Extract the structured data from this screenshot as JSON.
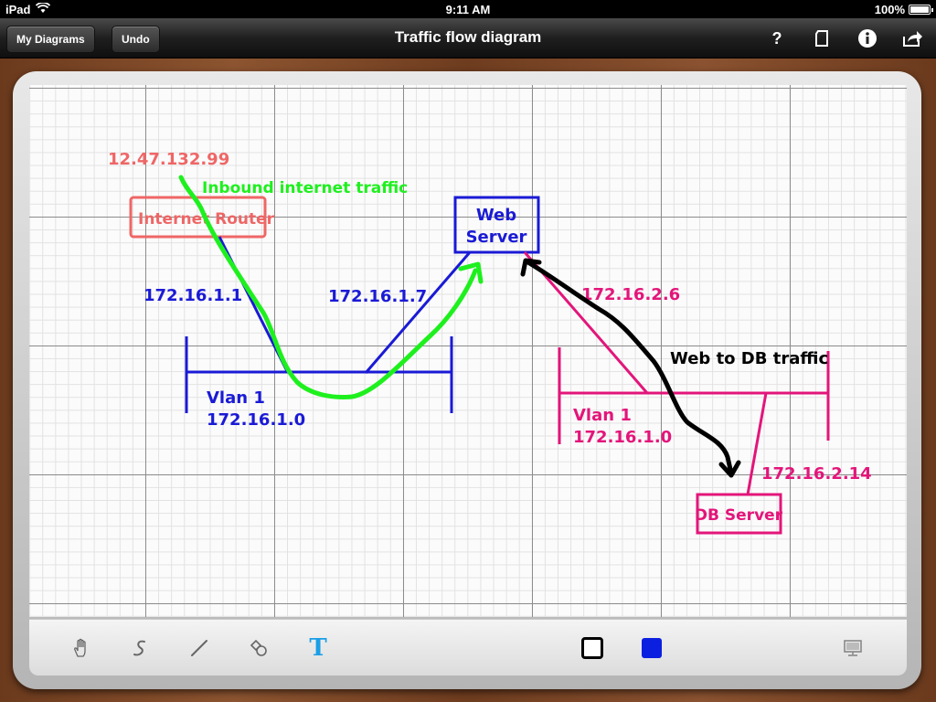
{
  "status_bar": {
    "device": "iPad",
    "time": "9:11 AM",
    "battery": "100%",
    "battery_level": 1.0
  },
  "nav": {
    "back_label": "My Diagrams",
    "undo_label": "Undo",
    "title": "Traffic flow diagram",
    "help_label": "?",
    "icons": [
      "page-icon",
      "info-icon",
      "share-icon"
    ]
  },
  "diagram": {
    "colors": {
      "red": "#ef6666",
      "blue": "#1a1ad6",
      "pink": "#e3157a",
      "green": "#1ef01e",
      "black": "#000000"
    },
    "red_ip": "12.47.132.99",
    "inbound_label": "Inbound internet traffic",
    "router_label": "Internet Router",
    "web_server_line1": "Web",
    "web_server_line2": "Server",
    "ip_router_vlan": "172.16.1.1",
    "ip_web_vlan": "172.16.1.7",
    "vlan1_name": "Vlan 1",
    "vlan1_subnet": "172.16.1.0",
    "ip_web_vlan2": "172.16.2.6",
    "web_db_label": "Web to DB traffic",
    "vlan2_name": "Vlan 1",
    "vlan2_subnet": "172.16.1.0",
    "ip_db": "172.16.2.14",
    "db_label": "DB Server"
  },
  "toolbar": {
    "tools": [
      "hand-tool",
      "freehand-tool",
      "line-tool",
      "shape-tool",
      "text-tool"
    ],
    "text_tool_glyph": "T",
    "stroke_color": "#000000",
    "fill_color": "#0b1fe0",
    "present_icon": "monitor-icon"
  }
}
